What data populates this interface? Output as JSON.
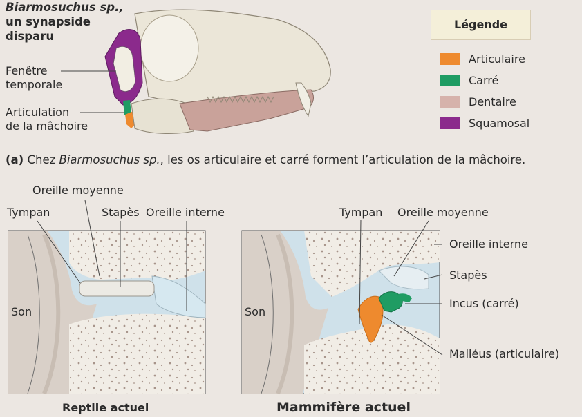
{
  "panel_a": {
    "title_line1": "Biarmosuchus sp.,",
    "title_line2": "un synapside",
    "title_line3": "disparu",
    "label_fenetre_1": "Fenêtre",
    "label_fenetre_2": "temporale",
    "label_articulation_1": "Articulation",
    "label_articulation_2": "de la mâchoire",
    "caption_letter": "(a)",
    "caption_pre": " Chez ",
    "caption_species": "Biarmosuchus sp.",
    "caption_post": ", les os articulaire et carré forment l’articulation de la mâchoire."
  },
  "legend": {
    "title": "Légende",
    "items": [
      {
        "label": "Articulaire",
        "color": "#ee8a2e"
      },
      {
        "label": "Carré",
        "color": "#1f9c63"
      },
      {
        "label": "Dentaire",
        "color": "#d6b2ab"
      },
      {
        "label": "Squamosal",
        "color": "#8b2a8c"
      }
    ]
  },
  "panel_reptile": {
    "oreille_moyenne": "Oreille moyenne",
    "tympan": "Tympan",
    "stapes": "Stapès",
    "oreille_interne": "Oreille interne",
    "son": "Son",
    "caption": "Reptile actuel"
  },
  "panel_mammal": {
    "tympan": "Tympan",
    "oreille_moyenne": "Oreille moyenne",
    "oreille_interne": "Oreille interne",
    "stapes": "Stapès",
    "incus": "Incus (carré)",
    "malleus": "Malléus (articulaire)",
    "son": "Son",
    "caption": "Mammifère actuel"
  },
  "colors": {
    "articulaire": "#ee8a2e",
    "carre": "#1f9c63",
    "dentaire": "#d6b2ab",
    "squamosal": "#8b2a8c"
  }
}
